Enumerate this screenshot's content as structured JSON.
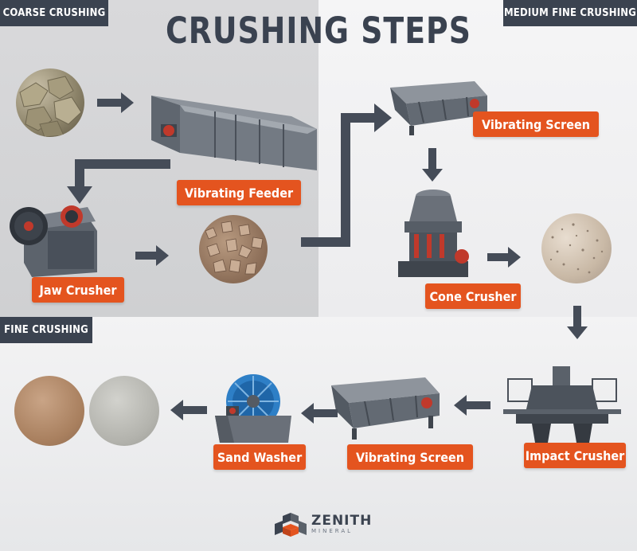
{
  "title": "CRUSHING STEPS",
  "sections": {
    "coarse": "COARSE CRUSHING",
    "medium_fine": "MEDIUM FINE CRUSHING",
    "fine": "FINE CRUSHING"
  },
  "machines": {
    "vibrating_feeder": "Vibrating Feeder",
    "jaw_crusher": "Jaw Crusher",
    "vibrating_screen_1": "Vibrating Screen",
    "cone_crusher": "Cone Crusher",
    "impact_crusher": "Impact Crusher",
    "vibrating_screen_2": "Vibrating Screen",
    "sand_washer": "Sand Washer"
  },
  "logo": {
    "name": "ZENITH",
    "sub": "MINERAL"
  },
  "colors": {
    "label_orange": "#e4541f",
    "dark_slate": "#3b4350",
    "arrow": "#454c58"
  }
}
